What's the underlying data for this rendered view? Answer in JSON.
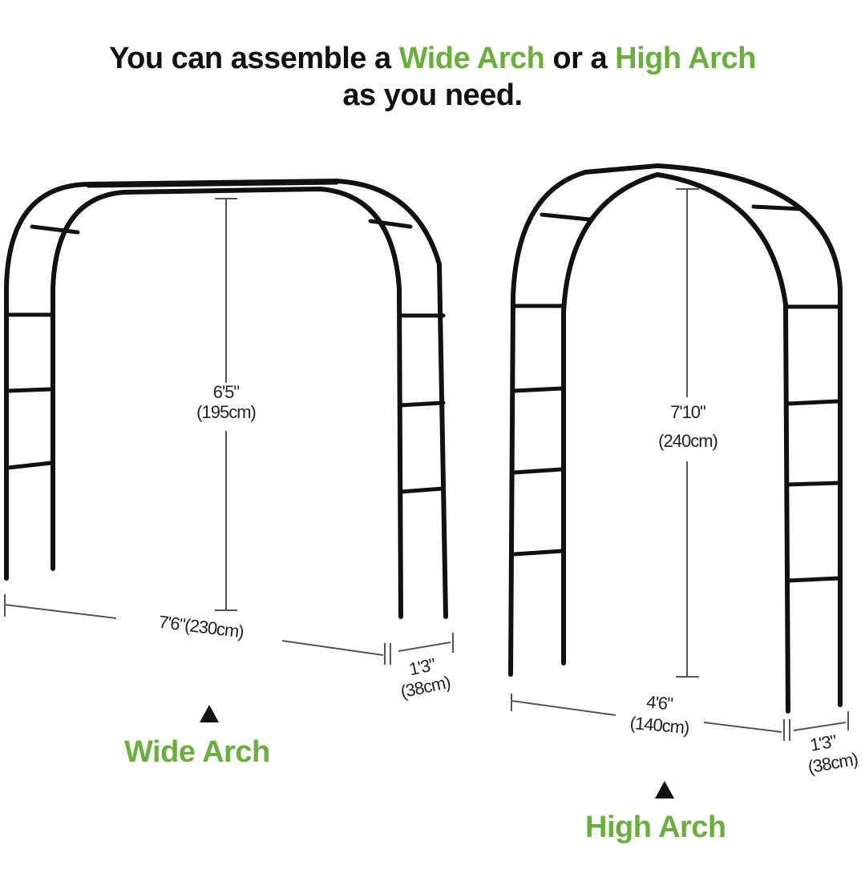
{
  "colors": {
    "accent": "#6aae3e",
    "frame": "#111111",
    "dimension_line": "#555555",
    "text": "#111111"
  },
  "headline": {
    "part1": "You can assemble a ",
    "wide": "Wide Arch",
    "part2": " or a ",
    "high": "High Arch",
    "line2": "as you need."
  },
  "wide_arch": {
    "label": "Wide Arch",
    "height_imperial": "6'5\"",
    "height_metric": "(195cm)",
    "width": "7'6\"(230cm)",
    "depth_imperial": "1'3\"",
    "depth_metric": "(38cm)"
  },
  "high_arch": {
    "label": "High Arch",
    "height_imperial": "7'10\"",
    "height_metric": "(240cm)",
    "width_imperial": "4'6\"",
    "width_metric": "(140cm)",
    "depth_imperial": "1'3\"",
    "depth_metric": "(38cm)"
  }
}
